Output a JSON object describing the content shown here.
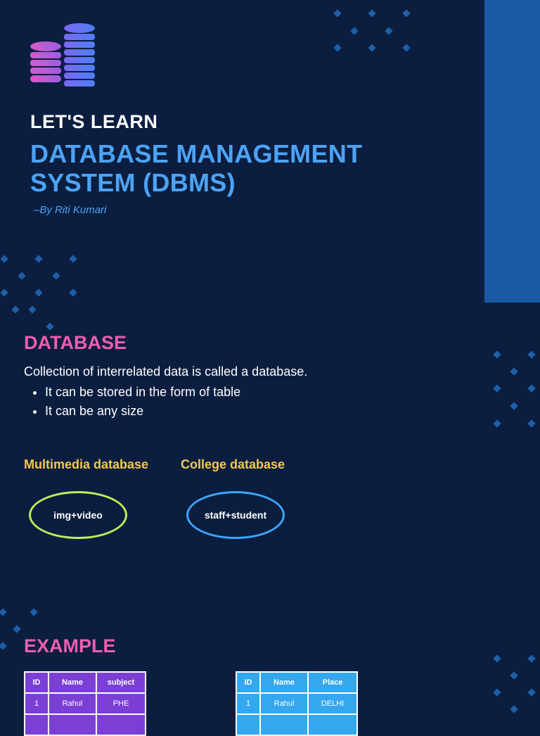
{
  "header": {
    "kicker": "LET'S LEARN",
    "title": "DATABASE MANAGEMENT SYSTEM (DBMS)",
    "author": "–By Riti Kumari"
  },
  "database_section": {
    "heading": "DATABASE",
    "definition": "Collection of interrelated data is called a database.",
    "bullets": [
      "It can be stored in the form of table",
      "It can be any size"
    ]
  },
  "examples": {
    "multimedia": {
      "label": "Multimedia database",
      "content": "img+video"
    },
    "college": {
      "label": "College database",
      "content": "staff+student"
    }
  },
  "example_section": {
    "heading": "EXAMPLE",
    "table_left": {
      "headers": [
        "ID",
        "Name",
        "subject"
      ],
      "rows": [
        [
          "1",
          "Rahul",
          "PHE"
        ],
        [
          "",
          "",
          ""
        ]
      ]
    },
    "table_right": {
      "headers": [
        "ID",
        "Name",
        "Place"
      ],
      "rows": [
        [
          "1",
          "Rahul",
          "DELHI"
        ],
        [
          "",
          "",
          ""
        ]
      ]
    }
  },
  "colors": {
    "background": "#0b1e3f",
    "title_blue": "#4da3f5",
    "heading_pink": "#ee5fb0",
    "label_yellow": "#f5c84c",
    "ellipse_green": "#b9ef5c",
    "ellipse_blue": "#3ba6ff",
    "table_purple": "#7b3fd6",
    "table_sky": "#34a7ef"
  },
  "icons": [
    "database-stack-icon"
  ]
}
